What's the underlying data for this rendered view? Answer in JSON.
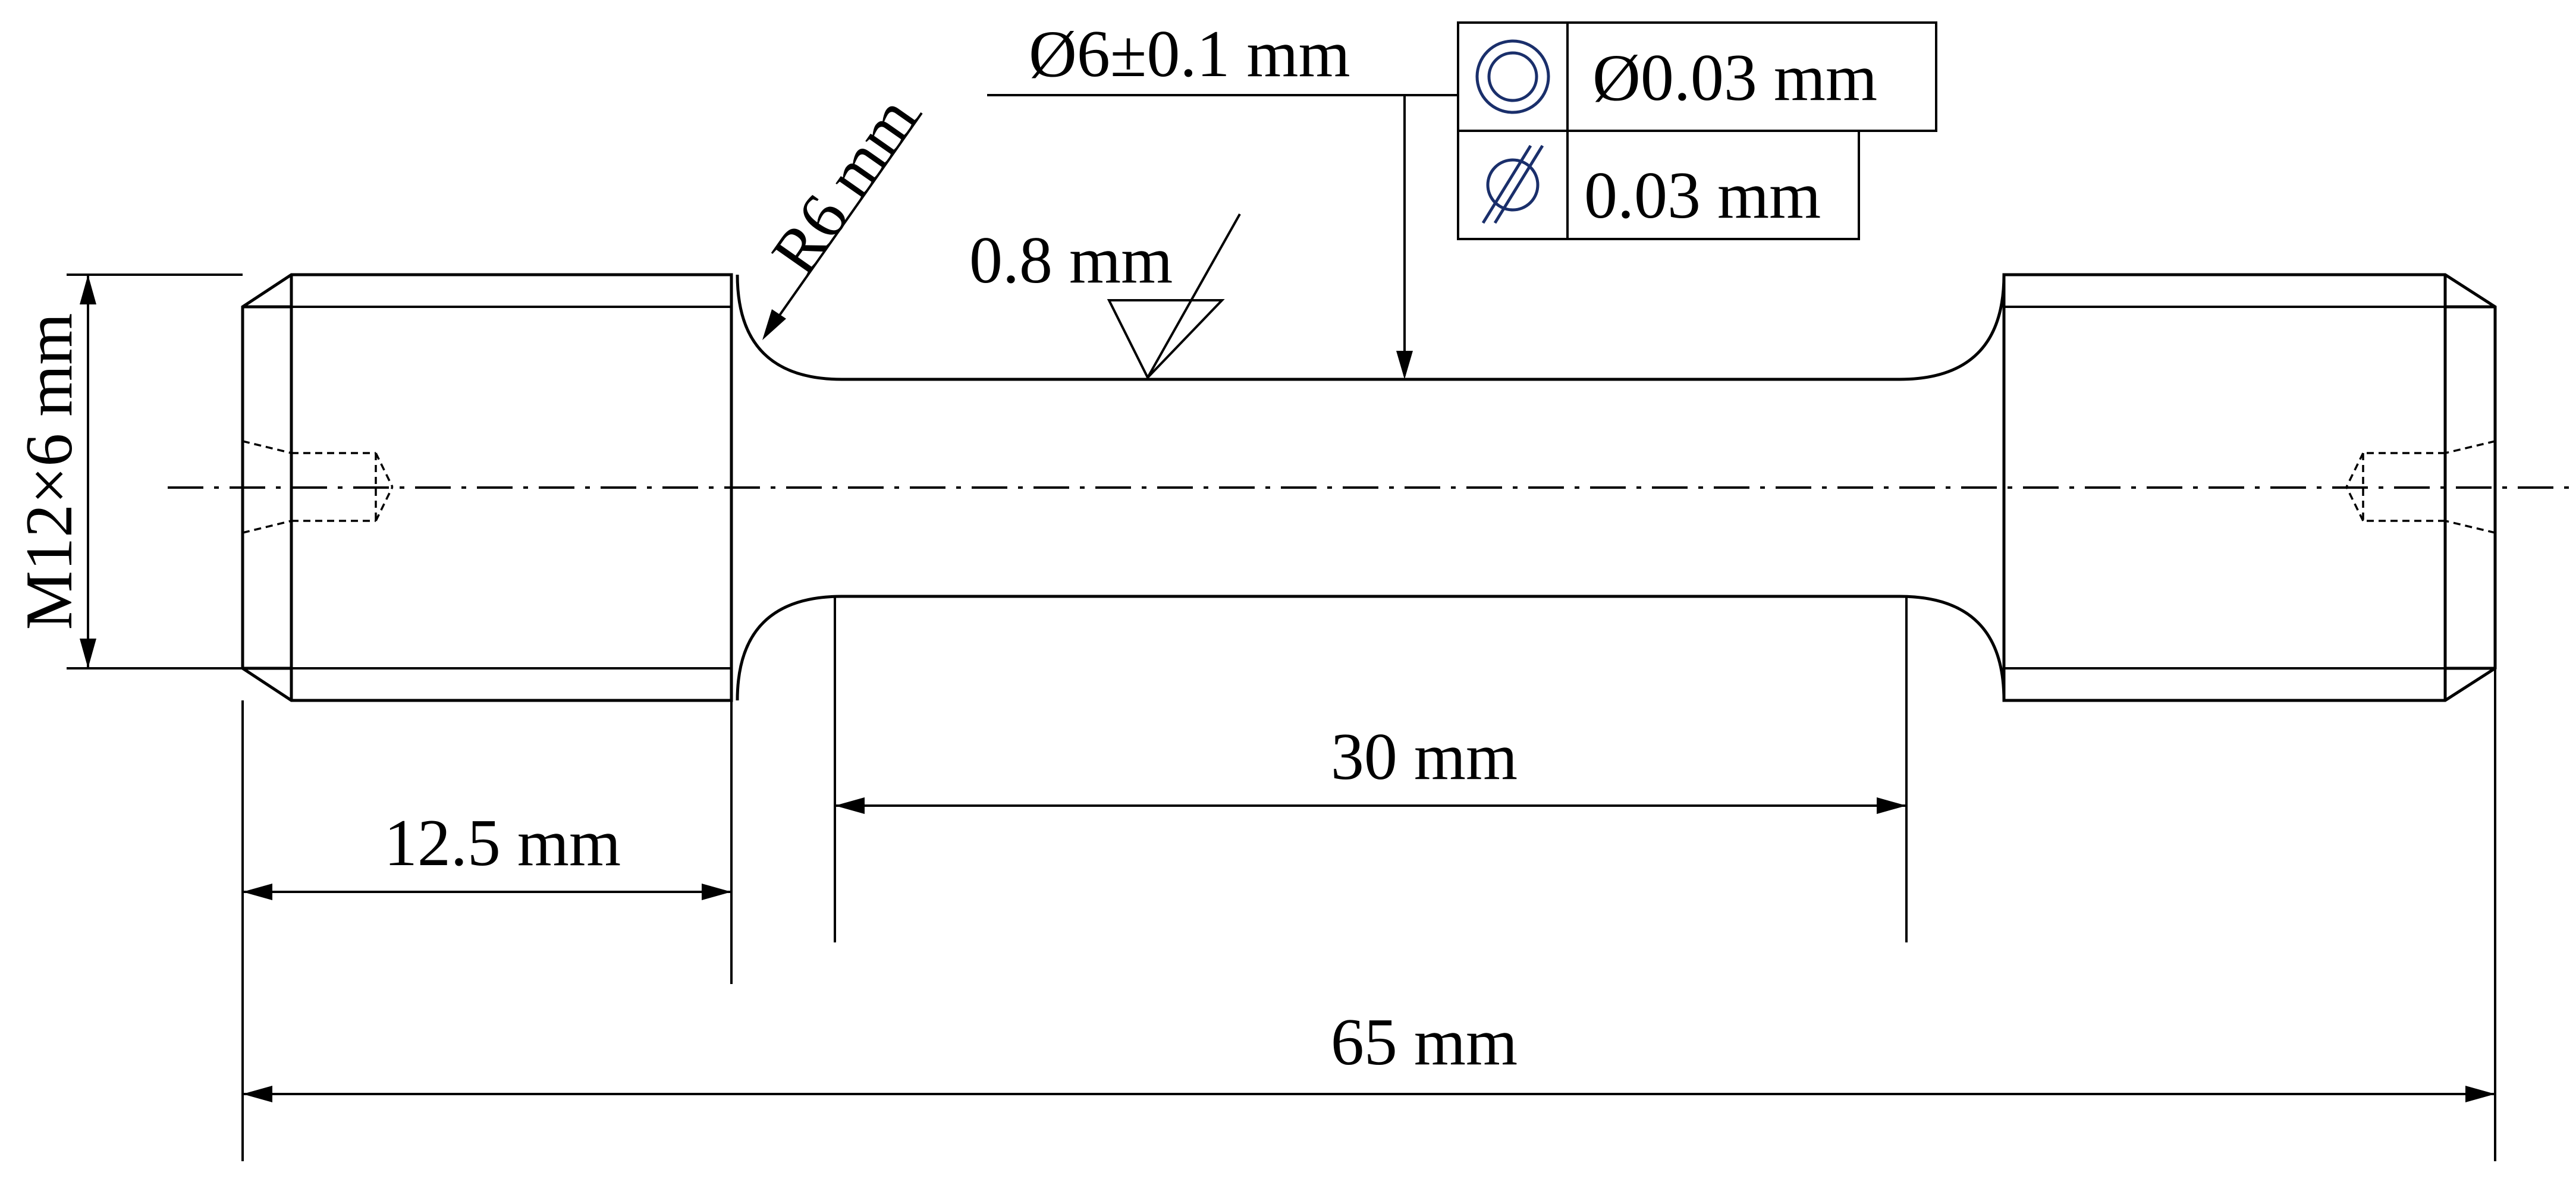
{
  "drawing": {
    "dimensions": {
      "outer_diameter": "Ø6±0.1 mm",
      "fillet_radius": "R6 mm",
      "roughness": "0.8 mm",
      "thread": "M12×6 mm",
      "thread_length": "12.5 mm",
      "gauge_length": "30 mm",
      "overall_length": "65 mm"
    },
    "tolerance_frame": {
      "concentricity_value": "Ø0.03 mm",
      "cylindricity_value": "0.03 mm",
      "concentricity_icon": "concentricity-icon",
      "cylindricity_icon": "cylindricity-icon"
    },
    "colors": {
      "line": "#000000",
      "symbol": "#1a2f6b"
    }
  }
}
